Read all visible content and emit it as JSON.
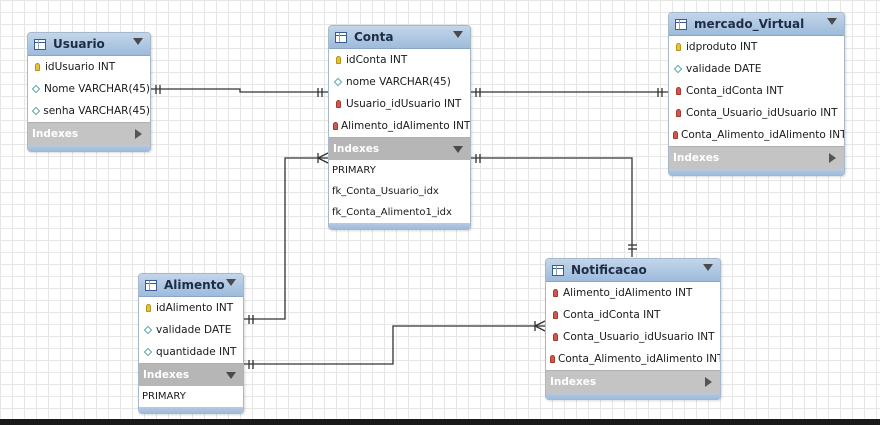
{
  "tables": {
    "usuario": {
      "name": "Usuario",
      "columns": [
        {
          "label": "idUsuario INT",
          "icon": "primary-key-icon"
        },
        {
          "label": "Nome VARCHAR(45)",
          "icon": "column-icon"
        },
        {
          "label": "senha VARCHAR(45)",
          "icon": "column-icon"
        }
      ],
      "indexes_label": "Indexes"
    },
    "conta": {
      "name": "Conta",
      "columns": [
        {
          "label": "idConta INT",
          "icon": "primary-key-icon"
        },
        {
          "label": "nome VARCHAR(45)",
          "icon": "column-icon"
        },
        {
          "label": "Usuario_idUsuario INT",
          "icon": "foreign-key-icon"
        },
        {
          "label": "Alimento_idAlimento INT",
          "icon": "foreign-key-icon"
        }
      ],
      "indexes_label": "Indexes",
      "indexes": [
        "PRIMARY",
        "fk_Conta_Usuario_idx",
        "fk_Conta_Alimento1_idx"
      ]
    },
    "mercado_virtual": {
      "name": "mercado_Virtual",
      "columns": [
        {
          "label": "idproduto INT",
          "icon": "primary-key-icon"
        },
        {
          "label": "validade DATE",
          "icon": "column-icon"
        },
        {
          "label": "Conta_idConta INT",
          "icon": "foreign-key-icon"
        },
        {
          "label": "Conta_Usuario_idUsuario INT",
          "icon": "foreign-key-icon"
        },
        {
          "label": "Conta_Alimento_idAlimento INT",
          "icon": "foreign-key-icon"
        }
      ],
      "indexes_label": "Indexes"
    },
    "alimento": {
      "name": "Alimento",
      "columns": [
        {
          "label": "idAlimento INT",
          "icon": "primary-key-icon"
        },
        {
          "label": "validade DATE",
          "icon": "column-icon"
        },
        {
          "label": "quantidade INT",
          "icon": "column-icon"
        }
      ],
      "indexes_label": "Indexes",
      "indexes": [
        "PRIMARY"
      ]
    },
    "notificacao": {
      "name": "Notificacao",
      "columns": [
        {
          "label": "Alimento_idAlimento INT",
          "icon": "foreign-key-icon"
        },
        {
          "label": "Conta_idConta INT",
          "icon": "foreign-key-icon"
        },
        {
          "label": "Conta_Usuario_idUsuario INT",
          "icon": "foreign-key-icon"
        },
        {
          "label": "Conta_Alimento_idAlimento INT",
          "icon": "foreign-key-icon"
        }
      ],
      "indexes_label": "Indexes"
    }
  },
  "colors": {
    "header": "#9dbbdb",
    "line": "#333333",
    "indexes_bar": "#c4c4c4"
  }
}
